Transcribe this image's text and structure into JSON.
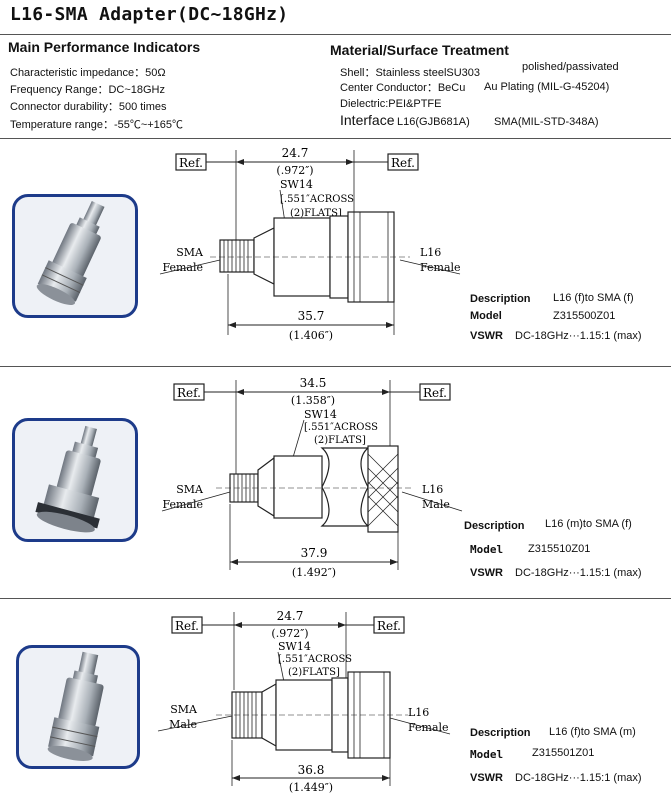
{
  "title": "L16-SMA Adapter(DC~18GHz)",
  "perf": {
    "heading": "Main Performance Indicators",
    "items": [
      "Characteristic impedance：50Ω",
      "Frequency Range：DC~18GHz",
      "Connector durability：500 times",
      "Temperature range：-55℃~+165℃"
    ]
  },
  "material": {
    "heading": "Material/Surface Treatment",
    "shell": "Shell：Stainless steelSU303",
    "shell_finish": "polished/passivated",
    "center": "Center Conductor：BeCu",
    "center_finish": "Au Plating (MIL-G-45204)",
    "dielectric": "Dielectric:PEI&PTFE",
    "interface_label": "Interface",
    "interface_l16": "L16(GJB681A)",
    "interface_sma": "SMA(MIL-STD-348A)"
  },
  "common": {
    "ref": "Ref.",
    "sw": "SW14",
    "across": "[.551″ACROSS",
    "flats": "(2)FLATS]",
    "lbl_description": "Description",
    "lbl_model": "Model",
    "lbl_vswr": "VSWR",
    "vswr_value": "DC-18GHz···1.15:1 (max)"
  },
  "products": [
    {
      "top_dim": "24.7",
      "top_dim_in": "(.972″)",
      "bottom_dim": "35.7",
      "bottom_dim_in": "(1.406″)",
      "left_label_1": "SMA",
      "left_label_2": "Female",
      "right_label_1": "L16",
      "right_label_2": "Female",
      "description": "L16 (f)to SMA (f)",
      "model": "Z315500Z01"
    },
    {
      "top_dim": "34.5",
      "top_dim_in": "(1.358″)",
      "bottom_dim": "37.9",
      "bottom_dim_in": "(1.492″)",
      "left_label_1": "SMA",
      "left_label_2": "Female",
      "right_label_1": "L16",
      "right_label_2": "Male",
      "description": "L16 (m)to SMA (f)",
      "model": "Z315510Z01"
    },
    {
      "top_dim": "24.7",
      "top_dim_in": "(.972″)",
      "bottom_dim": "36.8",
      "bottom_dim_in": "(1.449″)",
      "left_label_1": "SMA",
      "left_label_2": "Male",
      "right_label_1": "L16",
      "right_label_2": "Female",
      "description": "L16 (f)to SMA (m)",
      "model": "Z315501Z01"
    }
  ]
}
